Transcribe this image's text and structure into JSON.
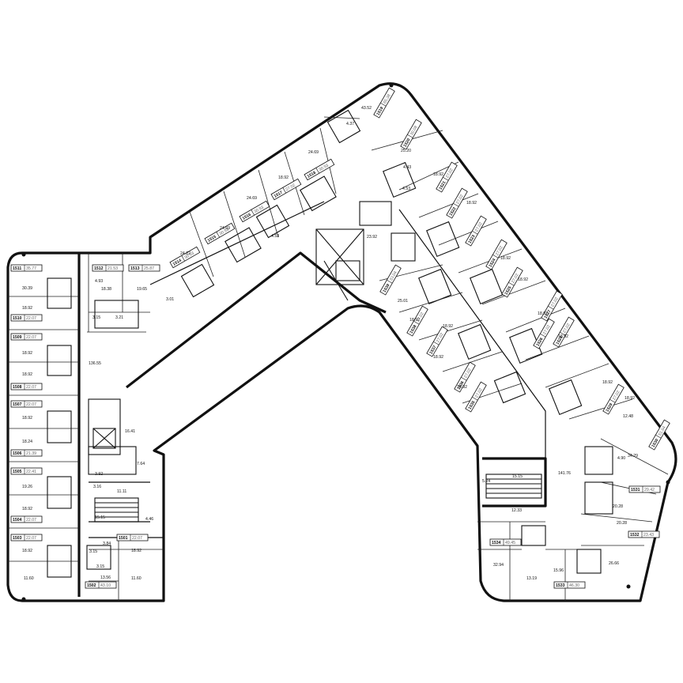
{
  "apartments": [
    {
      "id": "1511",
      "num": "1511",
      "area": "35.77"
    },
    {
      "id": "1512",
      "num": "1512",
      "area": "21.53"
    },
    {
      "id": "1513",
      "num": "1513",
      "area": "25.87"
    },
    {
      "id": "1510",
      "num": "1510",
      "area": "22.07"
    },
    {
      "id": "1509",
      "num": "1509",
      "area": "22.07"
    },
    {
      "id": "1508",
      "num": "1508",
      "area": "22.07"
    },
    {
      "id": "1507",
      "num": "1507",
      "area": "22.07"
    },
    {
      "id": "1506",
      "num": "1506",
      "area": "21.39"
    },
    {
      "id": "1505",
      "num": "1505",
      "area": "22.41"
    },
    {
      "id": "1504",
      "num": "1504",
      "area": "22.07"
    },
    {
      "id": "1503",
      "num": "1503",
      "area": "22.07"
    },
    {
      "id": "1501",
      "num": "1501",
      "area": "22.07"
    },
    {
      "id": "1502",
      "num": "1502",
      "area": "43.10"
    },
    {
      "id": "1514",
      "num": "1514",
      "area": "30.93"
    },
    {
      "id": "1515",
      "num": "1515",
      "area": "30.93"
    },
    {
      "id": "1516",
      "num": "1516",
      "area": "30.93"
    },
    {
      "id": "1517",
      "num": "1517",
      "area": "27.02"
    },
    {
      "id": "1518",
      "num": "1518",
      "area": "30.93"
    },
    {
      "id": "1519",
      "num": "1519",
      "area": "65.38"
    },
    {
      "id": "1520",
      "num": "1520",
      "area": "30.08"
    },
    {
      "id": "1521",
      "num": "1521",
      "area": "27.02"
    },
    {
      "id": "1522",
      "num": "1522",
      "area": "27.02"
    },
    {
      "id": "1523",
      "num": "1523",
      "area": "27.02"
    },
    {
      "id": "1524",
      "num": "1524",
      "area": "27.02"
    },
    {
      "id": "1525",
      "num": "1525",
      "area": "27.02"
    },
    {
      "id": "1526",
      "num": "1526",
      "area": "27.02"
    },
    {
      "id": "1527",
      "num": "1527",
      "area": "27.02"
    },
    {
      "id": "1528",
      "num": "1528",
      "area": "27.02"
    },
    {
      "id": "1529",
      "num": "1529",
      "area": "27.02"
    },
    {
      "id": "1530",
      "num": "1530",
      "area": "51.64"
    },
    {
      "id": "1531",
      "num": "1531",
      "area": "29.42"
    },
    {
      "id": "1532",
      "num": "1532",
      "area": "23.43"
    },
    {
      "id": "1533",
      "num": "1533",
      "area": "46.30"
    },
    {
      "id": "1534",
      "num": "1534",
      "area": "49.45"
    },
    {
      "id": "1535",
      "num": "1535",
      "area": "27.02"
    },
    {
      "id": "1536",
      "num": "1536",
      "area": "27.02"
    },
    {
      "id": "1537",
      "num": "1537",
      "area": "27.02"
    },
    {
      "id": "1538",
      "num": "1538",
      "area": "27.02"
    },
    {
      "id": "1539",
      "num": "1539",
      "area": "33.04"
    }
  ],
  "room_areas": [
    "30.39",
    "18.38",
    "19.65",
    "3.15",
    "3.21",
    "3.01",
    "18.92",
    "18.92",
    "18.92",
    "18.92",
    "18.24",
    "19.26",
    "18.92",
    "18.92",
    "18.92",
    "11.60",
    "11.60",
    "13.56",
    "3.15",
    "3.15",
    "136.55",
    "16.41",
    "7.64",
    "3.92",
    "11.11",
    "15.15",
    "4.46",
    "24.22",
    "24.69",
    "24.69",
    "18.92",
    "24.69",
    "43.52",
    "25.20",
    "18.92",
    "18.92",
    "18.92",
    "18.92",
    "18.92",
    "18.92",
    "18.92",
    "18.92",
    "4.53",
    "4.53",
    "23.92",
    "25.01",
    "18.92",
    "18.92",
    "18.92",
    "18.92",
    "12.48",
    "34.29",
    "4.90",
    "20.28",
    "20.28",
    "26.66",
    "141.76",
    "5.24",
    "15.15",
    "12.33",
    "32.94",
    "13.19",
    "15.96",
    "3.16",
    "3.84",
    "4.93",
    "4.43",
    "4.37"
  ]
}
